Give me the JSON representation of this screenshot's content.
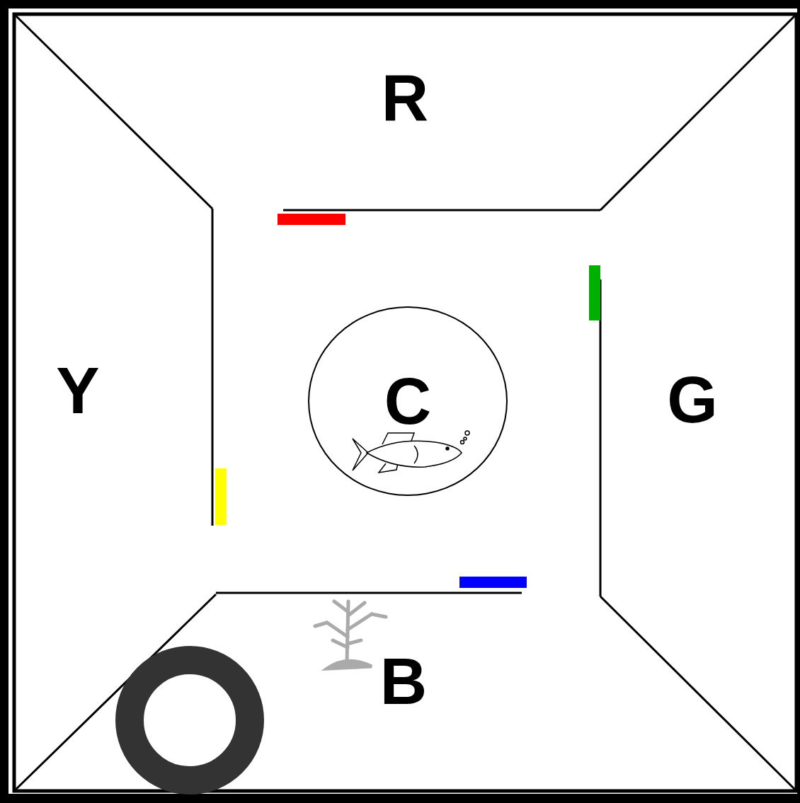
{
  "diagram": {
    "nodes": [
      {
        "text": [
          "R"
        ]
      },
      {
        "text": [
          "Y"
        ]
      },
      {
        "text": [
          "C"
        ]
      },
      {
        "text": [
          "G"
        ]
      },
      {
        "text": [
          "B"
        ]
      }
    ]
  }
}
